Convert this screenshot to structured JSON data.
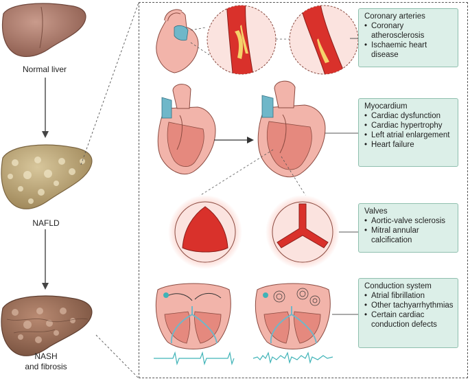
{
  "livers": [
    {
      "label": "Normal liver"
    },
    {
      "label": "NAFLD"
    },
    {
      "label_line1": "NASH",
      "label_line2": "and fibrosis"
    }
  ],
  "boxes": {
    "coronary": {
      "title": "Coronary arteries",
      "items": [
        "Coronary atherosclerosis",
        "Ischaemic heart disease"
      ]
    },
    "myocardium": {
      "title": "Myocardium",
      "items": [
        "Cardiac dysfunction",
        "Cardiac hypertrophy",
        "Left atrial enlargement",
        "Heart failure"
      ]
    },
    "valves": {
      "title": "Valves",
      "items": [
        "Aortic-valve sclerosis",
        "Mitral annular calcification"
      ]
    },
    "conduction": {
      "title": "Conduction system",
      "items": [
        "Atrial fibrillation",
        "Other tachyarrhythmias",
        "Certain cardiac conduction defects"
      ]
    }
  },
  "colors": {
    "liver_normal": "#a8786a",
    "liver_nafld": "#c4ae7e",
    "liver_nash": "#9a6f58",
    "heart": "#f2b4aa",
    "vessel_blue": "#6fb7c9",
    "artery_red": "#d9312b",
    "plaque": "#f5d36b",
    "box_fill": "#dcefe8",
    "ecg": "#3fb3b7"
  }
}
